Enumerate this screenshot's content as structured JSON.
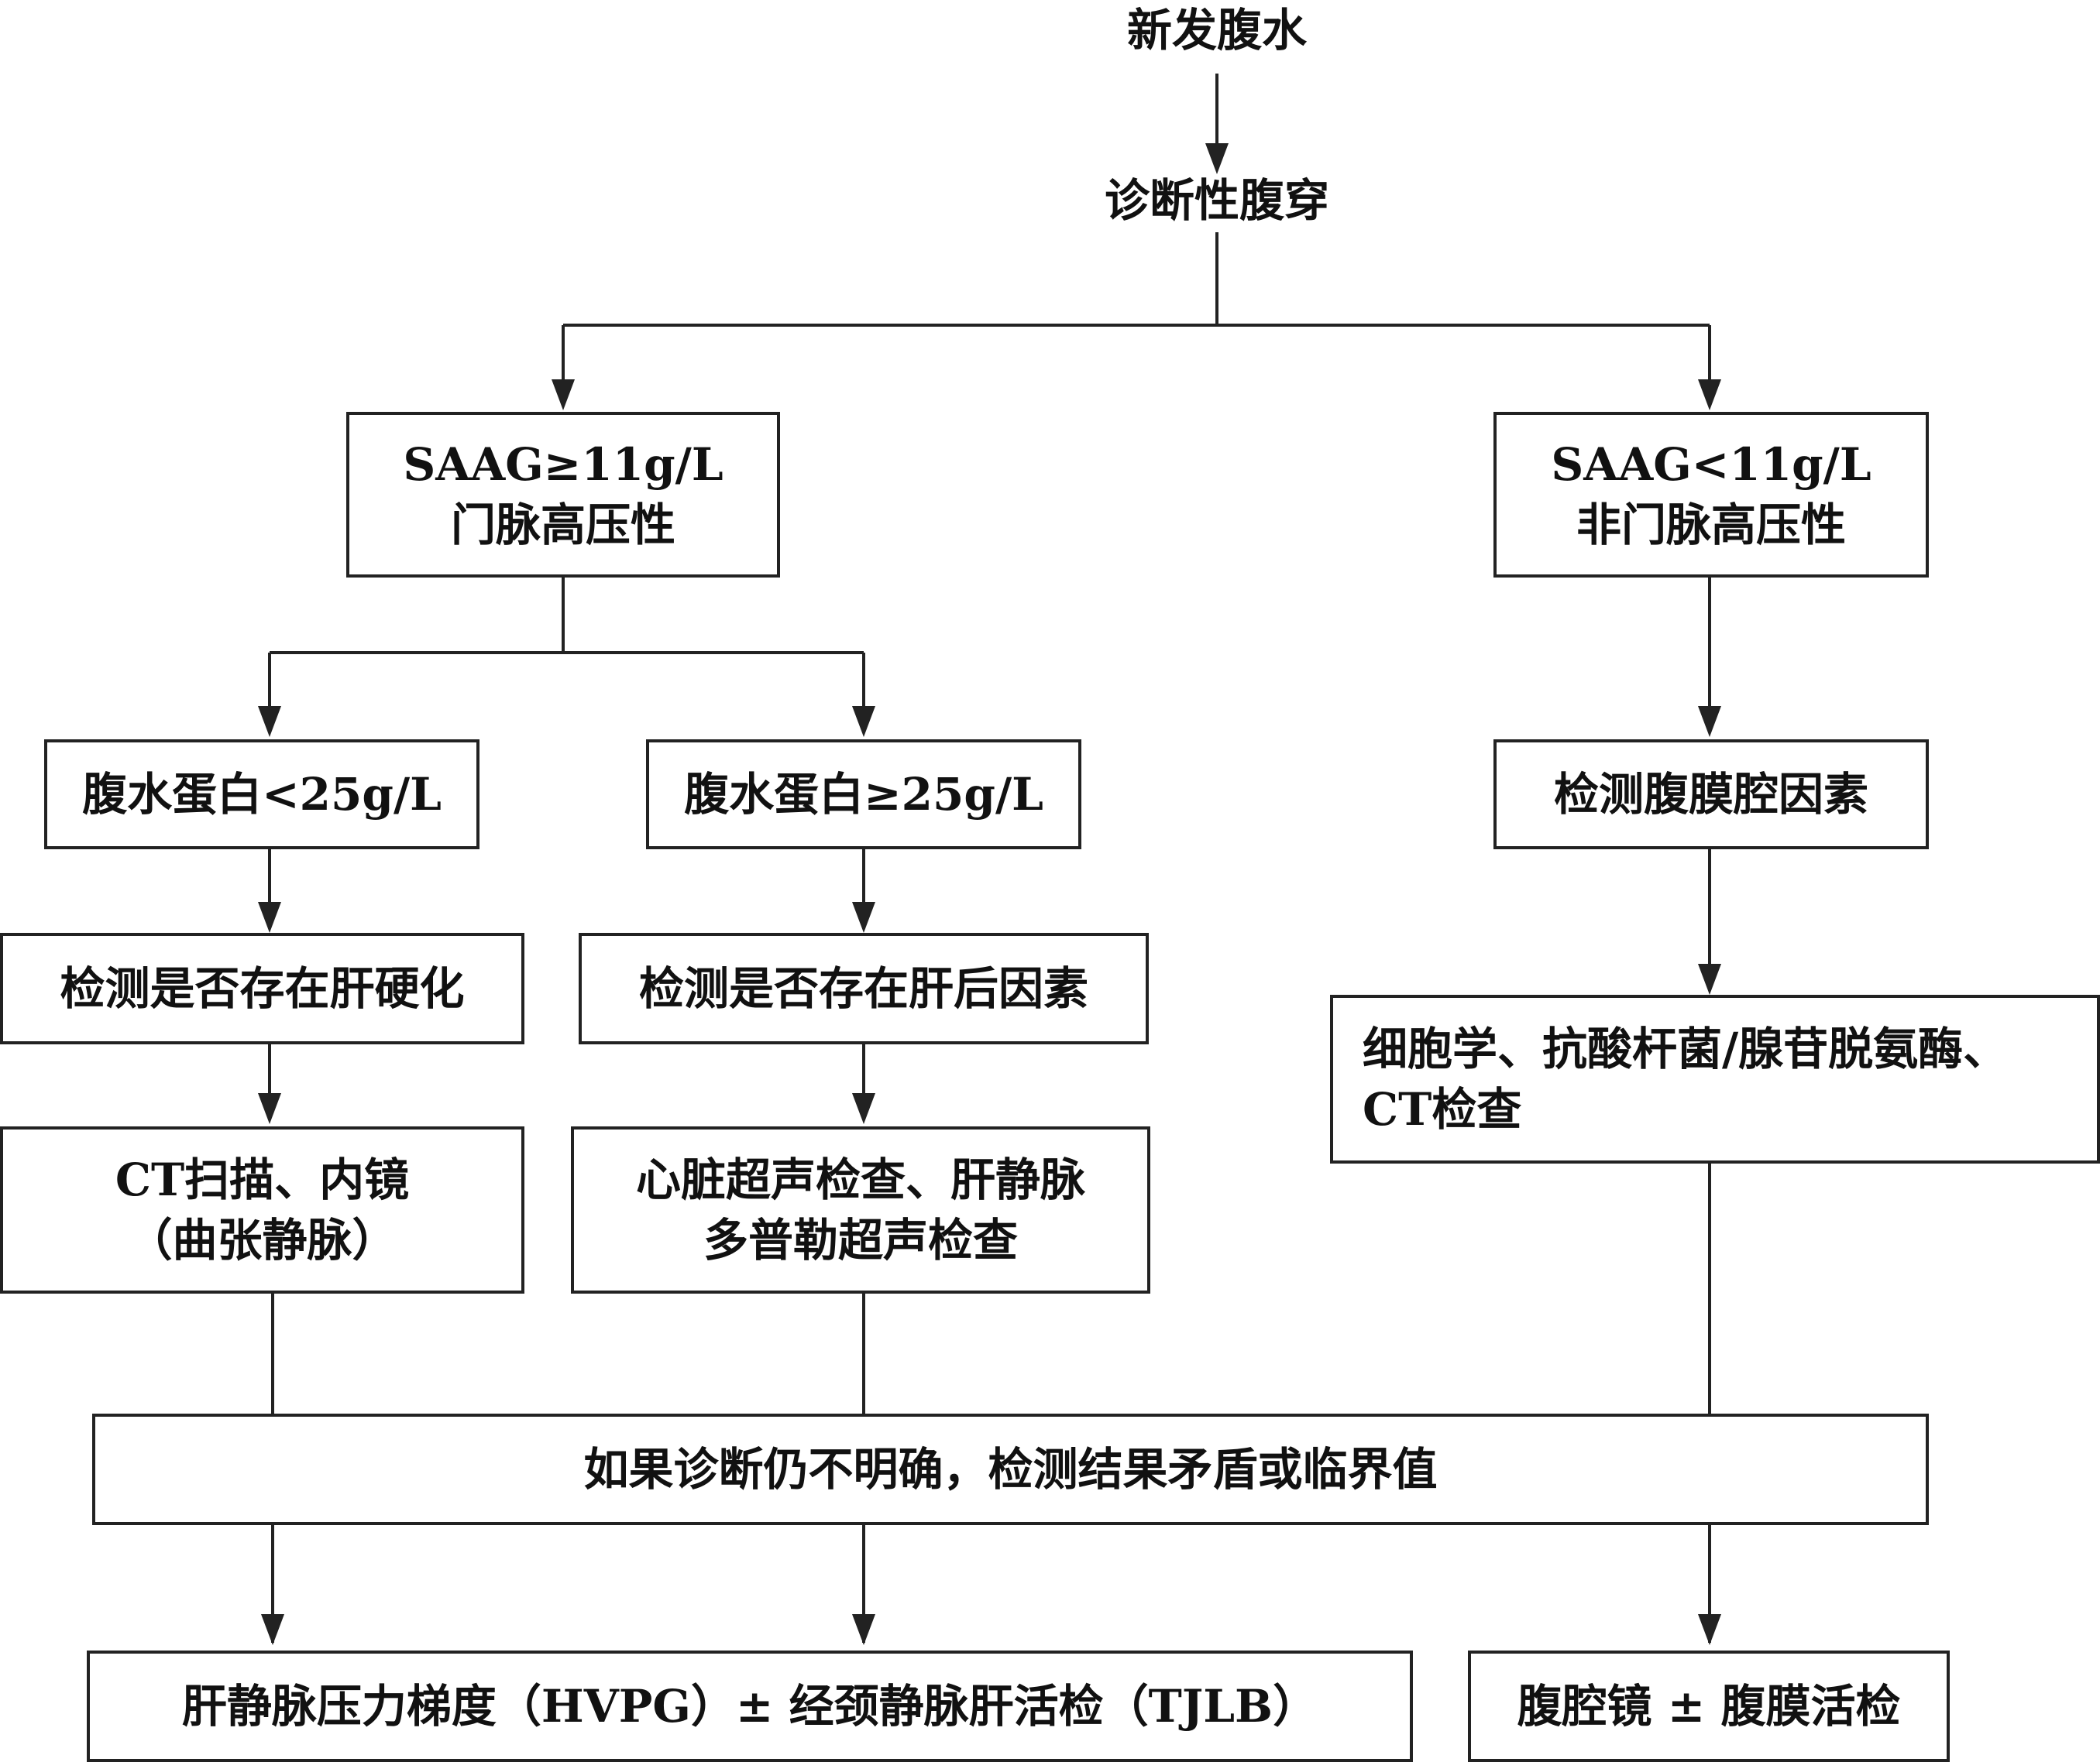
{
  "flowchart": {
    "start": "新发腹水",
    "paracentesis": "诊断性腹穿",
    "portal_branch": {
      "line1": "SAAG≥11g/L",
      "line2": "门脉高压性"
    },
    "nonportal_branch": {
      "line1": "SAAG<11g/L",
      "line2": "非门脉高压性"
    },
    "low_protein": "腹水蛋白<25g/L",
    "high_protein": "腹水蛋白≥25g/L",
    "peritoneal_factors": "检测腹膜腔因素",
    "check_cirrhosis": "检测是否存在肝硬化",
    "check_posthepatic": "检测是否存在肝后因素",
    "cytology": {
      "line1": "细胞学、抗酸杆菌/腺苷脱氨酶、",
      "line2": "CT检查"
    },
    "ct_endoscopy": {
      "line1": "CT扫描、内镜",
      "line2": "（曲张静脉）"
    },
    "echo": {
      "line1": "心脏超声检查、肝静脉",
      "line2": "多普勒超声检查"
    },
    "unclear": "如果诊断仍不明确，检测结果矛盾或临界值",
    "hvpg": "肝静脉压力梯度（HVPG）± 经颈静脉肝活检（TJLB）",
    "laparoscopy": "腹腔镜 ± 腹膜活检"
  },
  "colors": {
    "line": "#222222",
    "background": "#ffffff",
    "text": "#111111"
  }
}
